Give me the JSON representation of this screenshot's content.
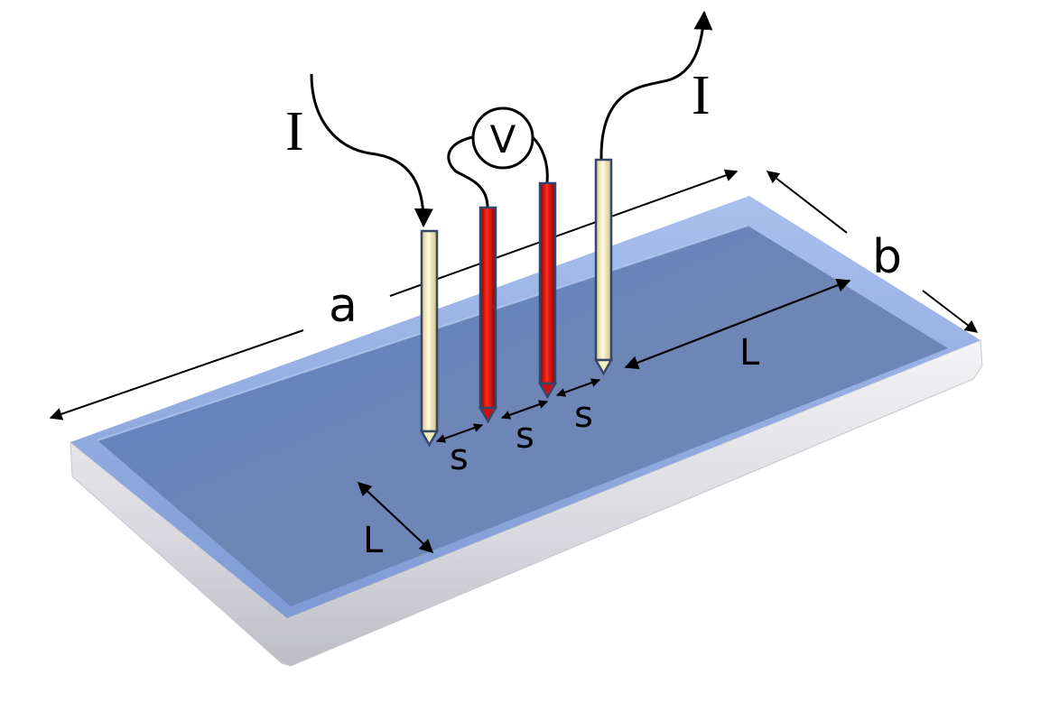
{
  "labels": {
    "current_in": "I",
    "current_out": "I",
    "voltmeter": "V",
    "length": "a",
    "width": "b",
    "edge_distance_right": "L",
    "edge_distance_front": "L",
    "spacing_1": "s",
    "spacing_2": "s",
    "spacing_3": "s"
  },
  "colors": {
    "sample_top": "#6f88b8",
    "sample_edge": "#e6e6ea",
    "outer_probe": "#f6f0c0",
    "inner_probe": "#d01010",
    "probe_outline": "#34476b"
  }
}
